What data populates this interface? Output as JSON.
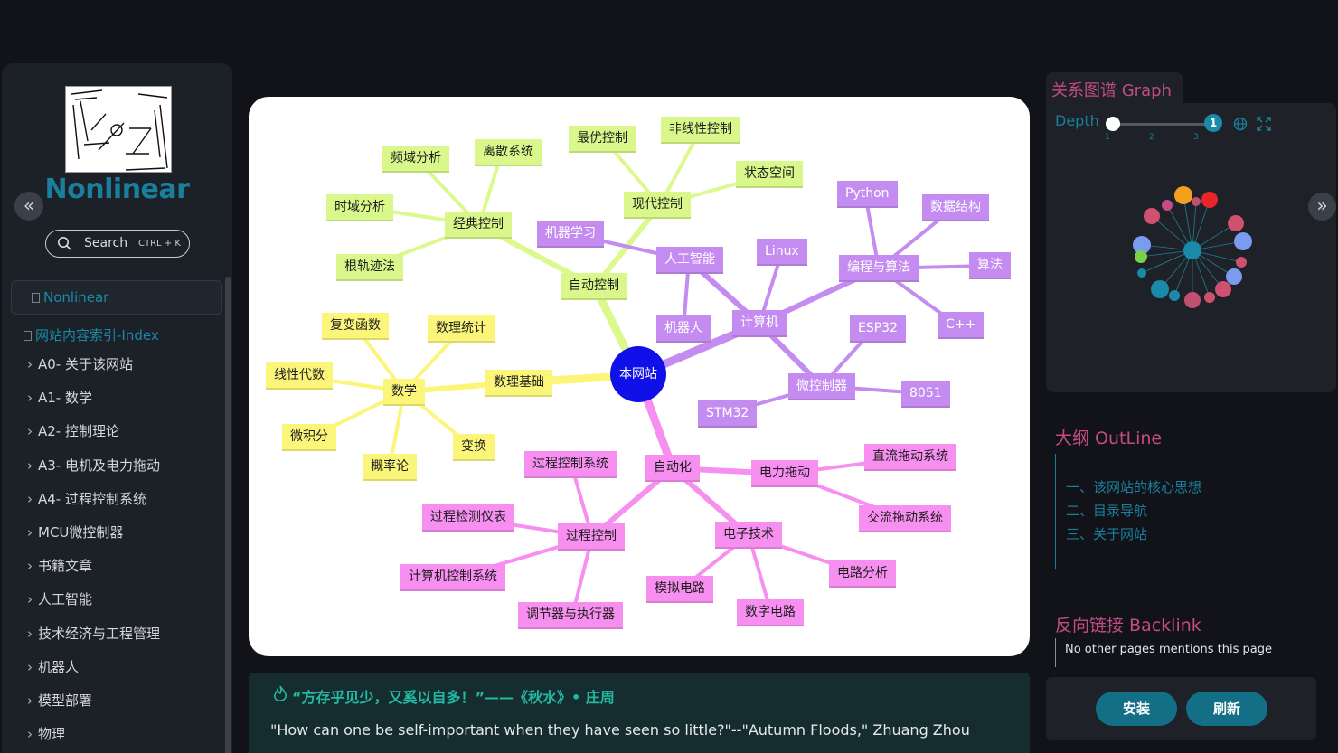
{
  "sidebar": {
    "site_name": "Nonlinear",
    "search_label": "Search",
    "search_shortcut": "CTRL + K",
    "current_item": "Nonlinear",
    "index_item": "网站内容索引-Index",
    "items": [
      {
        "label": "A0- 关于该网站"
      },
      {
        "label": "A1- 数学"
      },
      {
        "label": "A2- 控制理论"
      },
      {
        "label": "A3- 电机及电力拖动"
      },
      {
        "label": "A4- 过程控制系统"
      },
      {
        "label": "MCU微控制器"
      },
      {
        "label": "书籍文章"
      },
      {
        "label": "人工智能"
      },
      {
        "label": "技术经济与工程管理"
      },
      {
        "label": "机器人"
      },
      {
        "label": "模型部署"
      },
      {
        "label": "物理"
      }
    ]
  },
  "mindmap": {
    "center": "本网站",
    "colors": {
      "control": "#d9f78a",
      "math": "#fbf67a",
      "computer": "#c48cf0",
      "automation": "#f78ff0",
      "center": "#1010e8"
    },
    "nodes": {
      "freq": "频域分析",
      "discrete": "离散系统",
      "optimal": "最优控制",
      "nonlinear": "非线性控制",
      "state": "状态空间",
      "time": "时域分析",
      "classic": "经典控制",
      "modern": "现代控制",
      "root": "根轨迹法",
      "autoctrl": "自动控制",
      "ml": "机器学习",
      "ai": "人工智能",
      "python": "Python",
      "ds": "数据结构",
      "linux": "Linux",
      "prog": "编程与算法",
      "algo": "算法",
      "robot": "机器人",
      "computer": "计算机",
      "cpp": "C++",
      "esp32": "ESP32",
      "mcu": "微控制器",
      "i8051": "8051",
      "stm32": "STM32",
      "complex": "复变函数",
      "stats": "数理统计",
      "linalg": "线性代数",
      "math": "数学",
      "mathbase": "数理基础",
      "calc": "微积分",
      "transform": "变换",
      "prob": "概率论",
      "pcs": "过程控制系统",
      "automation": "自动化",
      "drive": "电力拖动",
      "dcdrive": "直流拖动系统",
      "inst": "过程检测仪表",
      "proc": "过程控制",
      "acdrive": "交流拖动系统",
      "elec": "电子技术",
      "ccs": "计算机控制系统",
      "circuit": "电路分析",
      "analog": "模拟电路",
      "actuator": "调节器与执行器",
      "digital": "数字电路"
    }
  },
  "quote": {
    "cn": "“方存乎见少，又奚以自多！”——《秋水》• 庄周",
    "en": "\"How can one be self-important when they have seen so little?\"--\"Autumn Floods,\" Zhuang Zhou"
  },
  "graph": {
    "tab": "关系图谱 Graph",
    "depth_label": "Depth",
    "ticks": [
      "1",
      "2",
      "3"
    ],
    "depth_value": "1"
  },
  "outline": {
    "heading": "大纲 OutLine",
    "items": [
      "一、该网站的核心思想",
      "二、目录导航",
      "三、关于网站"
    ]
  },
  "backlink": {
    "heading": "反向链接 Backlink",
    "text": "No other pages mentions this page"
  },
  "buttons": {
    "install": "安装",
    "refresh": "刷新"
  }
}
